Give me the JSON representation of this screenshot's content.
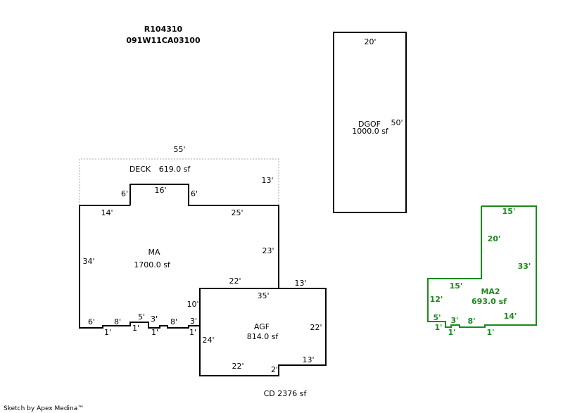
{
  "header": {
    "parcel_id": "R104310",
    "map_id": "091W11CA03100"
  },
  "areas": {
    "dgof": {
      "label": "DGOF",
      "area": "1000.0 sf"
    },
    "deck": {
      "label": "DECK",
      "area": "619.0 sf"
    },
    "ma": {
      "label": "MA",
      "area": "1700.0 sf"
    },
    "agf": {
      "label": "AGF",
      "area": "814.0 sf"
    },
    "ma2": {
      "label": "MA2",
      "area": "693.0 sf"
    }
  },
  "dimensions": {
    "dgof_top": "20'",
    "dgof_side": "50'",
    "deck_top": "55'",
    "deck_right": "13'",
    "deck_bump_left": "6'",
    "deck_bump_top": "16'",
    "deck_bump_right": "6'",
    "ma_top_left": "14'",
    "ma_top_right": "25'",
    "ma_left": "34'",
    "ma_right": "23'",
    "ma_bottom_left": "6'",
    "ma_step_1a": "1'",
    "ma_step_8a": "8'",
    "ma_step_1b": "1'",
    "ma_step_5": "5'",
    "ma_step_3a": "3'",
    "ma_step_1c": "1'",
    "ma_step_8b": "8'",
    "ma_step_3b": "3'",
    "ma_step_1d": "1'",
    "ma_inner_22": "22'",
    "ma_inner_10": "10'",
    "agf_top_right": "13'",
    "agf_top": "35'",
    "agf_right": "22'",
    "agf_left": "24'",
    "agf_bottom": "22'",
    "agf_step_2": "2'",
    "agf_step_13": "13'",
    "ma2_top": "15'",
    "ma2_inner_vert": "20'",
    "ma2_right": "33'",
    "ma2_mid_top": "15'",
    "ma2_left": "12'",
    "ma2_bottom_5": "5'",
    "ma2_bottom_1a": "1'",
    "ma2_bottom_3": "3'",
    "ma2_bottom_1b": "1'",
    "ma2_bottom_8": "8'",
    "ma2_bottom_1c": "1'",
    "ma2_bottom_14": "14'"
  },
  "summary": {
    "total": "CD 2376 sf"
  },
  "footer": {
    "credit": "Sketch by Apex Medina™"
  },
  "colors": {
    "outline": "#000000",
    "deck": "#aaaaaa",
    "ma2": "#1a8a1a"
  }
}
